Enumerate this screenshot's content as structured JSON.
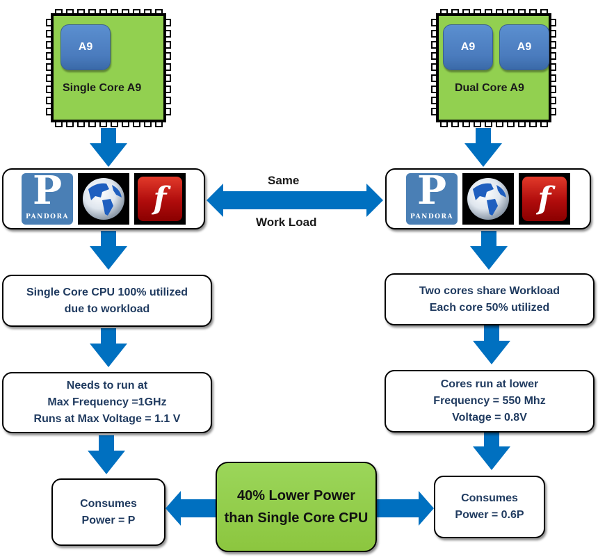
{
  "colors": {
    "arrow_blue": "#0070c0",
    "chip_green": "#92d050",
    "core_blue": "#4f81bd",
    "box_text": "#1f3a5f"
  },
  "left": {
    "chip": {
      "label": "Single Core A9",
      "cores": [
        "A9"
      ]
    },
    "apps": [
      "pandora-icon",
      "globe-icon",
      "flash-icon"
    ],
    "pandora_wordmark": "PANDORA",
    "pandora_letter": "P",
    "flash_letter": "f",
    "utilization": [
      "Single Core CPU  100% utilized",
      "due to workload"
    ],
    "frequency": [
      "Needs to run at",
      "Max Frequency =1GHz",
      "Runs at Max Voltage  = 1.1 V"
    ],
    "power": [
      "Consumes",
      "Power = P"
    ]
  },
  "right": {
    "chip": {
      "label": "Dual Core A9",
      "cores": [
        "A9",
        "A9"
      ]
    },
    "apps": [
      "pandora-icon",
      "globe-icon",
      "flash-icon"
    ],
    "pandora_wordmark": "PANDORA",
    "pandora_letter": "P",
    "flash_letter": "f",
    "utilization": [
      "Two cores share Workload",
      "Each core 50% utilized"
    ],
    "frequency": [
      "Cores  run at lower",
      "Frequency = 550 Mhz",
      "Voltage = 0.8V"
    ],
    "power": [
      "Consumes",
      "Power = 0.6P"
    ]
  },
  "middle": {
    "top_label": "Same",
    "bottom_label": "Work Load"
  },
  "summary": [
    "40% Lower Power",
    "than Single Core CPU"
  ]
}
